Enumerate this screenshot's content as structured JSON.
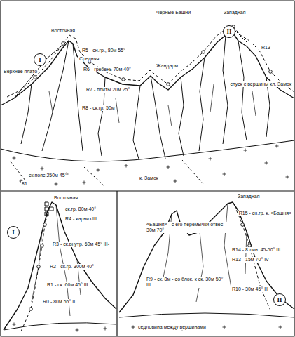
{
  "diagram": {
    "nodes": [
      {
        "text": [
          "I"
        ]
      },
      {
        "text": [
          "II"
        ]
      },
      {
        "text": [
          "I"
        ]
      },
      {
        "text": [
          "II"
        ]
      }
    ],
    "labels": [
      "Черные Башни",
      "Восточная",
      "Западная",
      "R5 - сн.гр., 80м 55°",
      "Средняя",
      "R6 - гребень 70м 40°",
      "R7 - плиты 20м 25°",
      "R8 - ск.гр. 50м",
      "Жандарм",
      "R13",
      "спуск с вершины кл. Замок",
      "Верхнее плато",
      "ск.пояс 250м 45°",
      "к. Замок",
      "81",
      "Восточная",
      "ск.гр. 80м 40°",
      "R4 - карниз III",
      "R3 - ск.внутр. 60м 45° III-",
      "R2 - ск.гр. 300м 40°",
      "R1 - ск. 60м 45° III",
      "R0 - 80м 55° II",
      "Западная",
      "R15 - сн.гр. к. «Башня»",
      "«Башня» - с его перемычки отвес 30м 70°",
      "R14 - 8 лин. 45-50° III",
      "R13 - 15м 70° IV",
      "R9 - ск. 8м - со блок. к ск. 30м 50° III",
      "R10 - 30м 45° III",
      "седловина между вершинами"
    ]
  }
}
